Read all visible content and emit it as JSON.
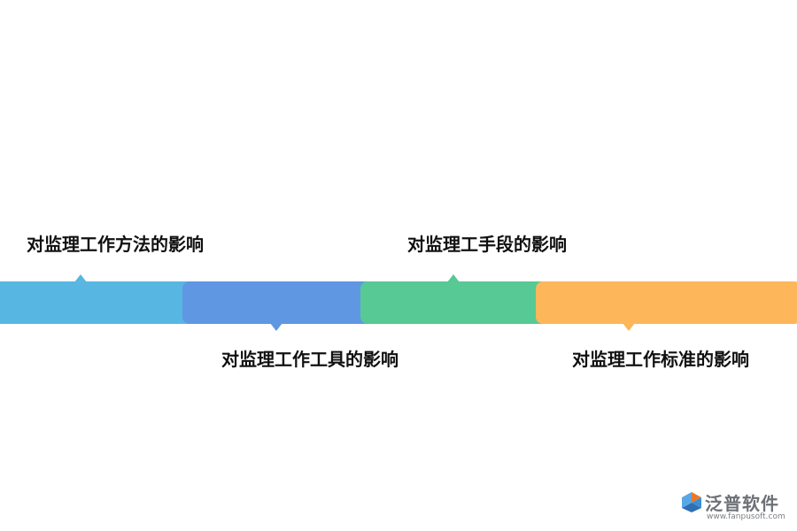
{
  "items": [
    {
      "label": "对监理工作方法的影响",
      "color": "#58b6e2",
      "position": "top"
    },
    {
      "label": "对监理工作工具的影响",
      "color": "#5f97e2",
      "position": "bottom"
    },
    {
      "label": "对监理工手段的影响",
      "color": "#56c994",
      "position": "top"
    },
    {
      "label": "对监理工作标准的影响",
      "color": "#fdb65a",
      "position": "bottom"
    }
  ],
  "logo": {
    "name": "泛普软件",
    "url": "www.fanpusoft.com"
  }
}
